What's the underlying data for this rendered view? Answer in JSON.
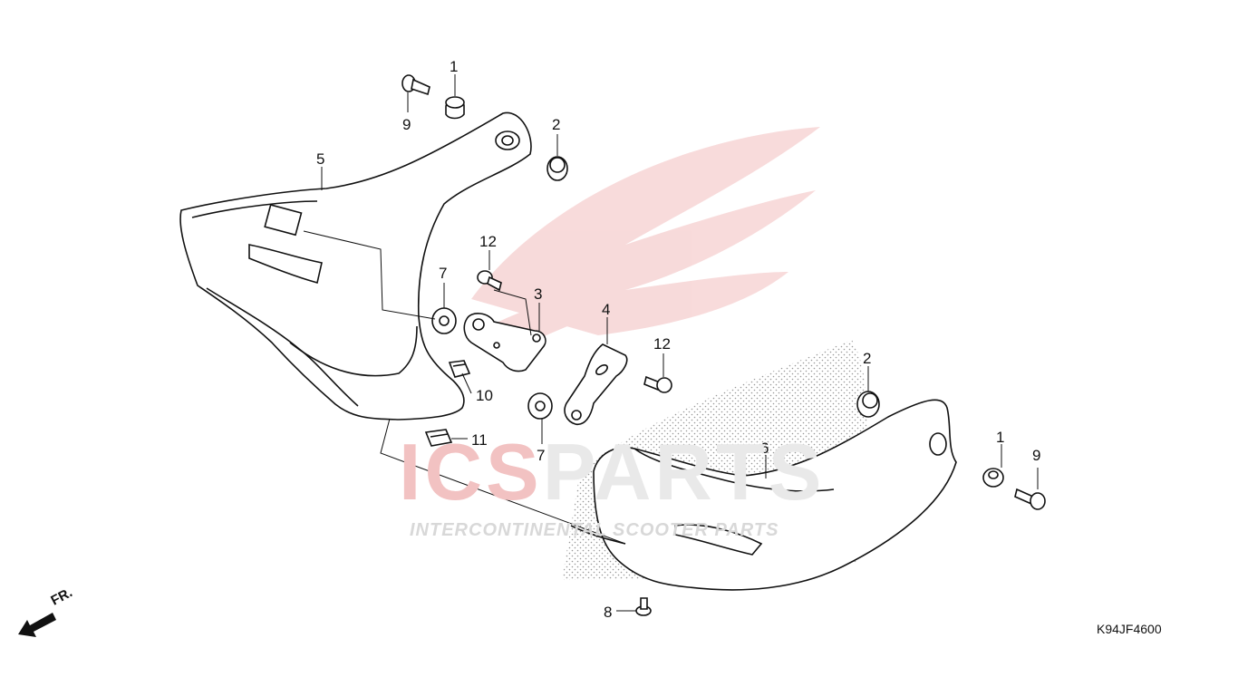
{
  "diagram_code": "K94JF4600",
  "direction_label": "FR.",
  "watermark": {
    "logo_a": "ICS",
    "logo_b": "PARTS",
    "tagline": "INTERCONTINENTAL SCOOTER PARTS"
  },
  "callouts": [
    {
      "id": "c1a",
      "label": "1"
    },
    {
      "id": "c9a",
      "label": "9"
    },
    {
      "id": "c2a",
      "label": "2"
    },
    {
      "id": "c5",
      "label": "5"
    },
    {
      "id": "c12a",
      "label": "12"
    },
    {
      "id": "c7a",
      "label": "7"
    },
    {
      "id": "c3",
      "label": "3"
    },
    {
      "id": "c4",
      "label": "4"
    },
    {
      "id": "c12b",
      "label": "12"
    },
    {
      "id": "c2b",
      "label": "2"
    },
    {
      "id": "c10",
      "label": "10"
    },
    {
      "id": "c11",
      "label": "11"
    },
    {
      "id": "c7b",
      "label": "7"
    },
    {
      "id": "c6",
      "label": "6"
    },
    {
      "id": "c1b",
      "label": "1"
    },
    {
      "id": "c9b",
      "label": "9"
    },
    {
      "id": "c8",
      "label": "8"
    }
  ],
  "colors": {
    "line": "#111111",
    "watermark_red": "#f2c2c2",
    "watermark_gray": "#e6e6e6"
  }
}
